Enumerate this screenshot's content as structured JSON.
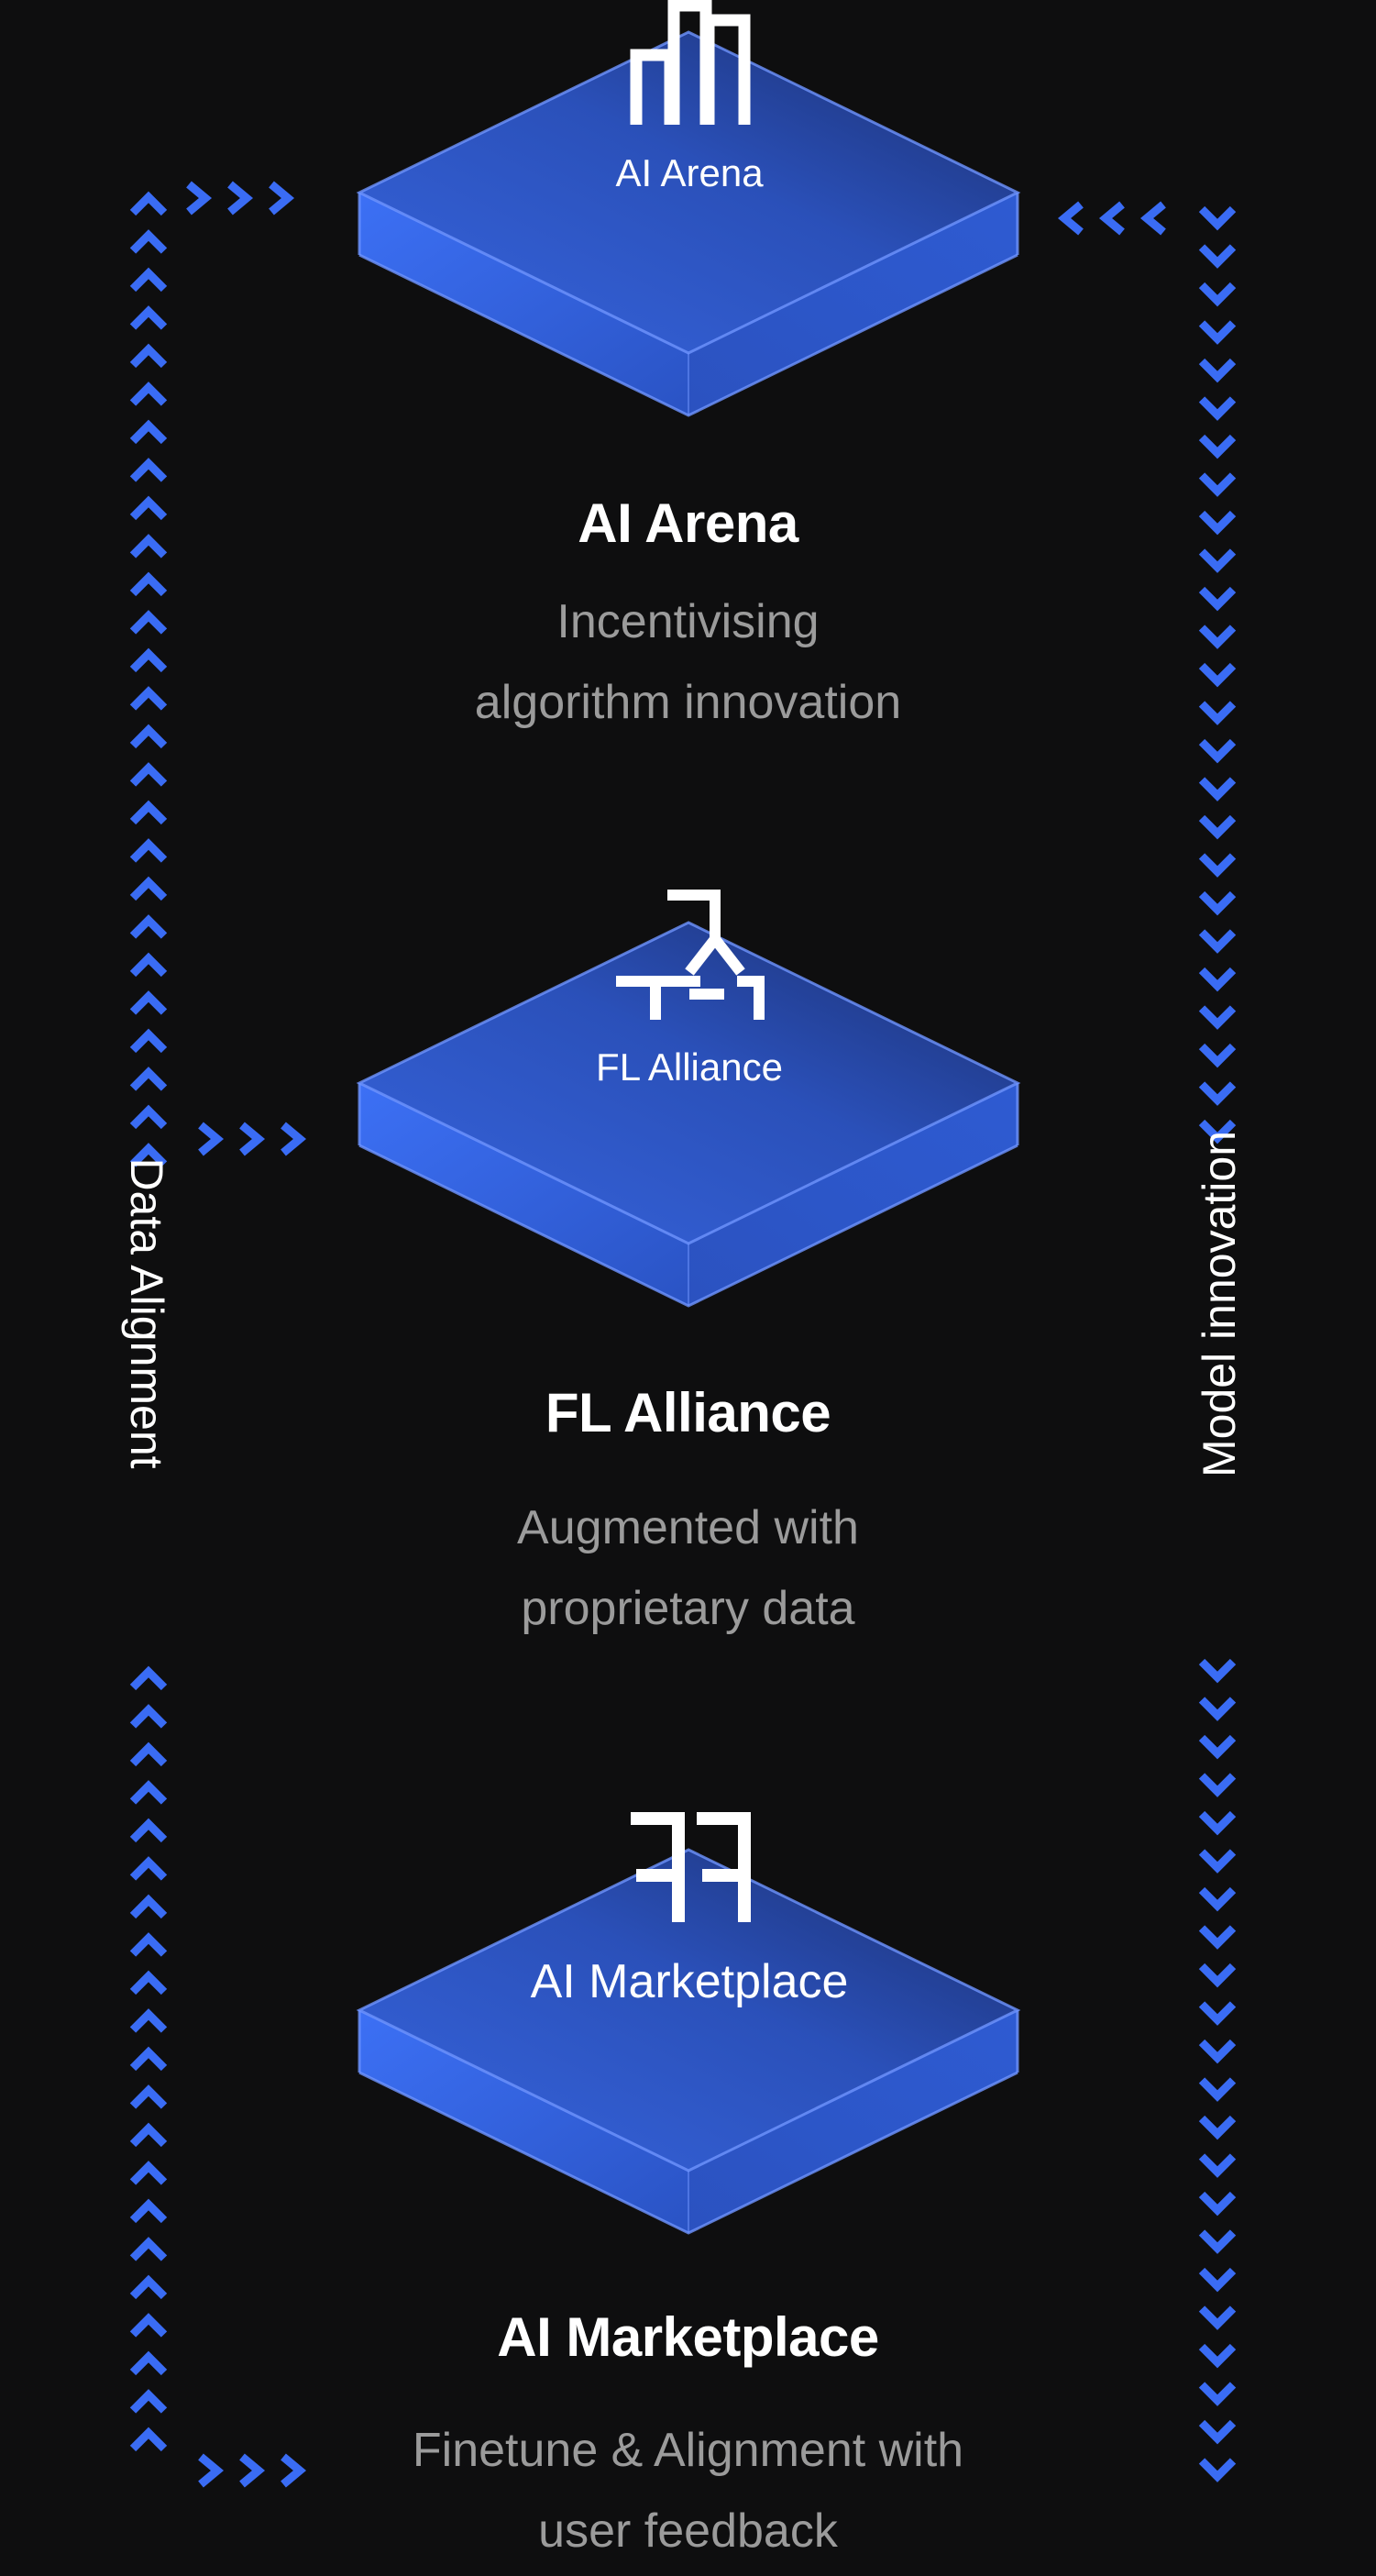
{
  "colors": {
    "background": "#0e0e0f",
    "accent": "#3a6cf4",
    "heading": "#ffffff",
    "description": "#9b9b9b"
  },
  "side_labels": {
    "left": "Data Alignment",
    "right": "Model innovation"
  },
  "layers": [
    {
      "plate_label": "AI Arena",
      "icon": "arena-bars-icon",
      "title": "AI Arena",
      "description": [
        "Incentivising",
        "algorithm innovation"
      ]
    },
    {
      "plate_label": "FL Alliance",
      "icon": "alliance-triangle-icon",
      "title": "FL Alliance",
      "description": [
        "Augmented with",
        "proprietary data"
      ]
    },
    {
      "plate_label": "AI Marketplace",
      "icon": "marketplace-brackets-icon",
      "title": "AI Marketplace",
      "description": [
        "Finetune & Alignment with",
        "user feedback"
      ]
    }
  ]
}
